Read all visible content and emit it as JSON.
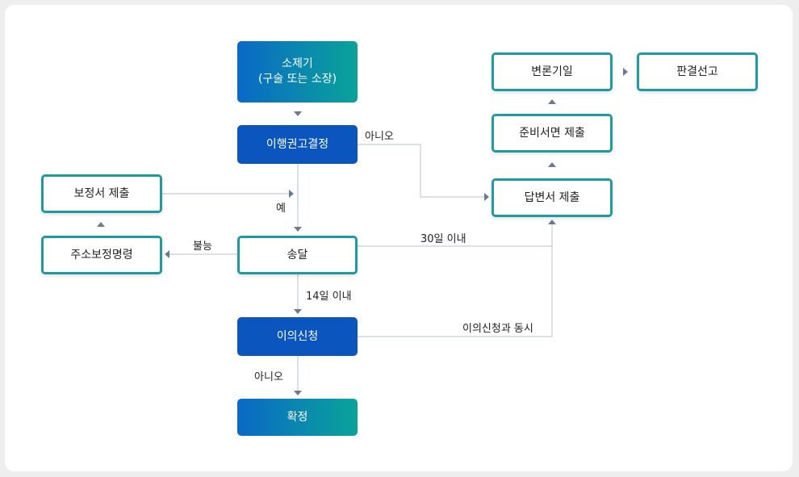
{
  "nodes": {
    "complaint_line1": "소제기",
    "complaint_line2": "(구술 또는 소장)",
    "recommend": "이행권고결정",
    "correction_submit": "보정서 제출",
    "address_order": "주소보정명령",
    "delivery": "송달",
    "objection": "이의신청",
    "final": "확정",
    "pleading": "변론기일",
    "judgment": "판결선고",
    "prep_doc": "준비서면 제출",
    "answer": "답변서 제출"
  },
  "edge_labels": {
    "no_top": "아니오",
    "yes": "예",
    "impossible": "불능",
    "within_30": "30일 이내",
    "within_14": "14일 이내",
    "with_objection": "이의신청과 동시",
    "no_bottom": "아니오"
  },
  "colors": {
    "outline": "#1e9aa0",
    "blue": "#0b55bf",
    "gradient_start": "#0a69c6",
    "gradient_end": "#0aa39a",
    "line": "#b8c2d0",
    "arrow": "#6a7a90"
  }
}
